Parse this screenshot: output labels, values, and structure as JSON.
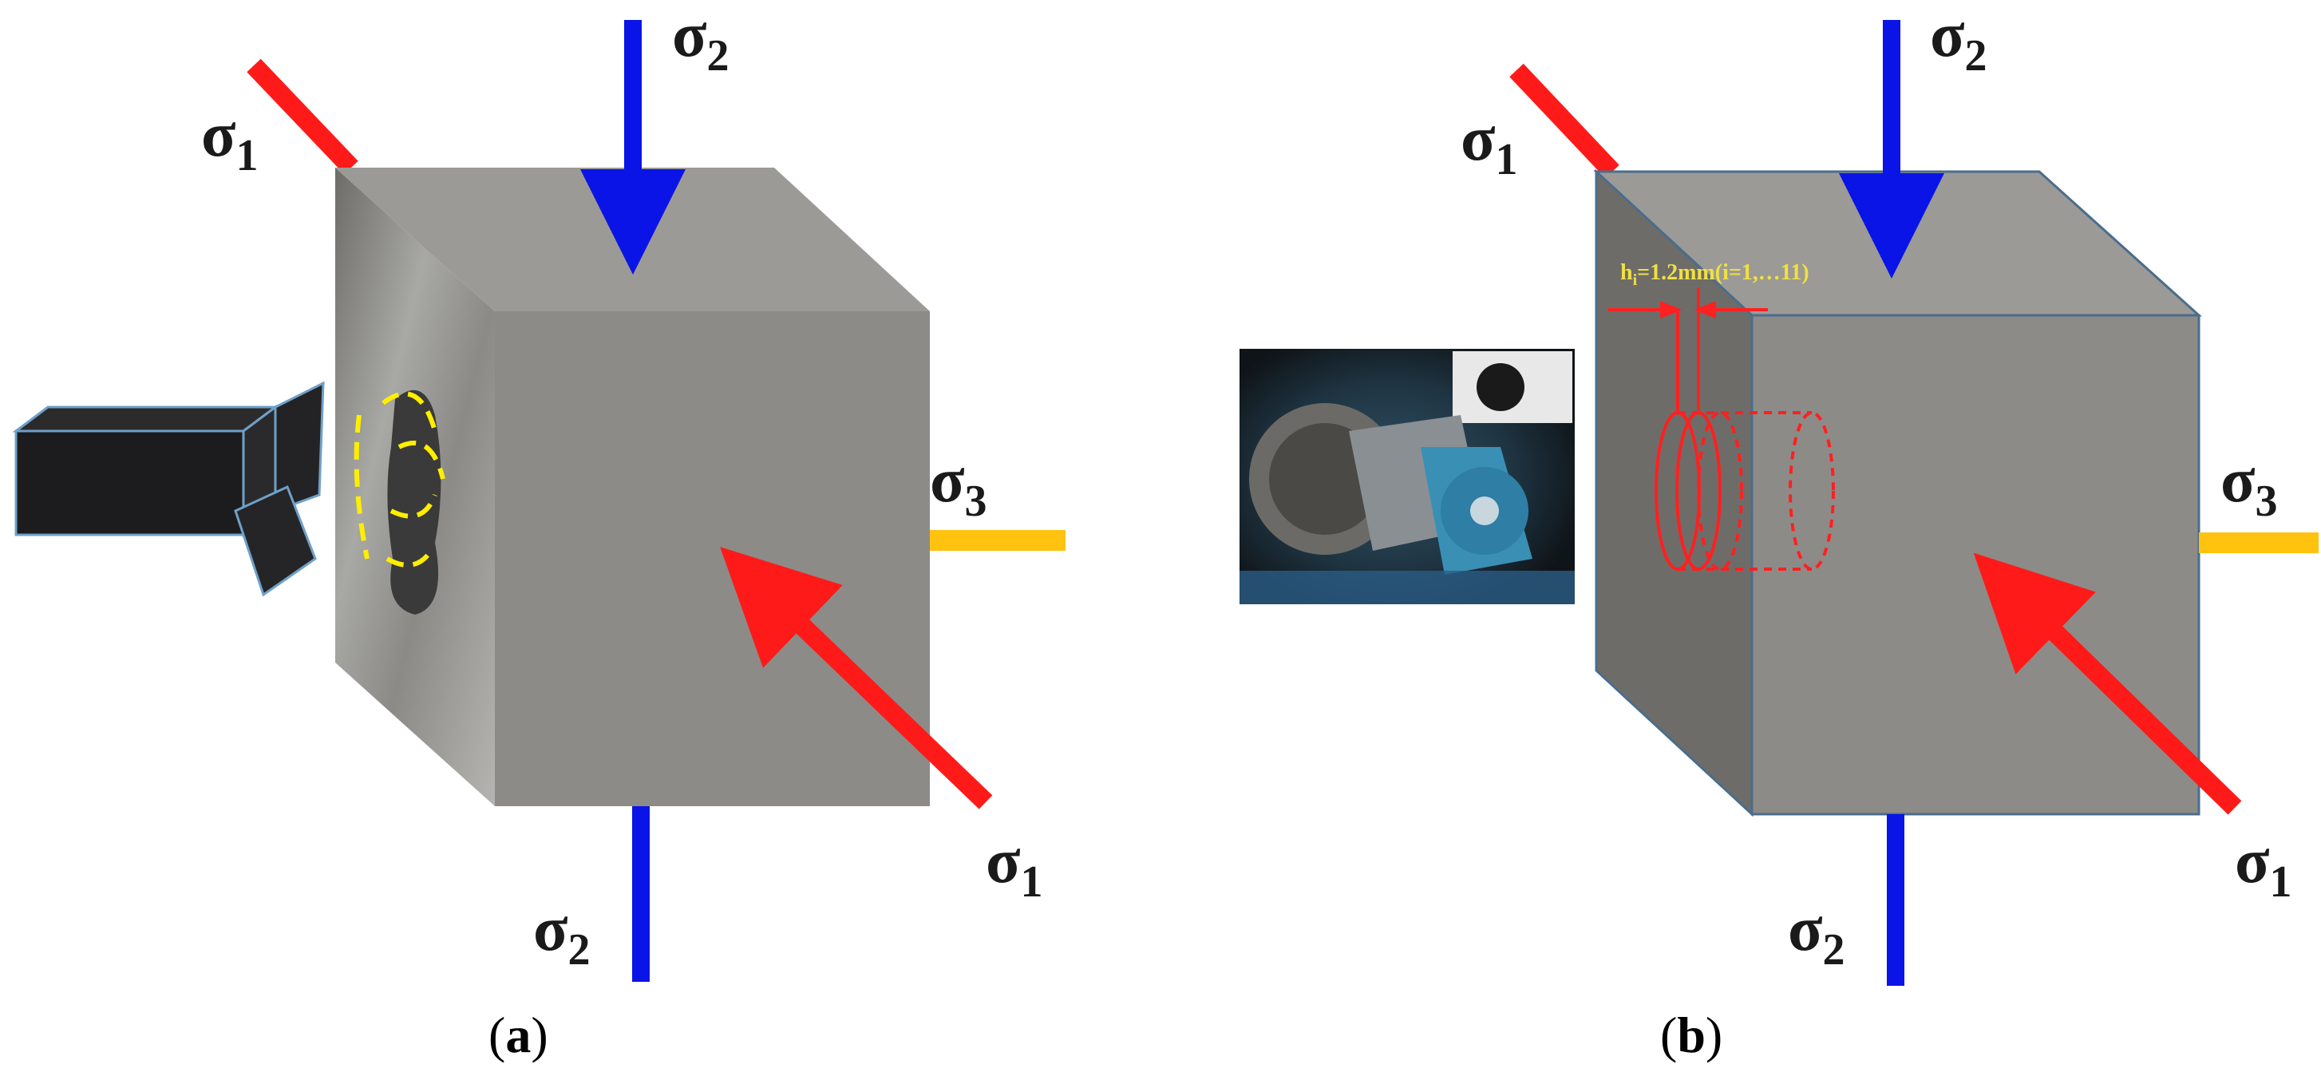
{
  "colors": {
    "sigma1": "#ff1a1a",
    "sigma2": "#0a14e6",
    "sigma3": "#ffc20e",
    "cube_front": "#8d8b87",
    "cube_top": "#9c9a96",
    "cube_side": "#6e6c69",
    "yellow_mark": "#ffee00",
    "red_sketch": "#ff2020",
    "annotation": "#f0e040"
  },
  "stress_labels": {
    "s1": "σ",
    "s1_sub": "1",
    "s2": "σ",
    "s2_sub": "2",
    "s3": "σ",
    "s3_sub": "3"
  },
  "panel_a": {
    "caption_open": "(",
    "caption_letter": "a",
    "caption_close": ")"
  },
  "panel_b": {
    "caption_open": "(",
    "caption_letter": "b",
    "caption_close": ")",
    "increment_main": "h",
    "increment_sub": "i",
    "increment_rest": "=1.2mm(i=1,…11)"
  },
  "icons": {
    "nozzle": "waterjet-nozzle-icon",
    "cutter_photo": "drill-bit-photo-icon"
  }
}
